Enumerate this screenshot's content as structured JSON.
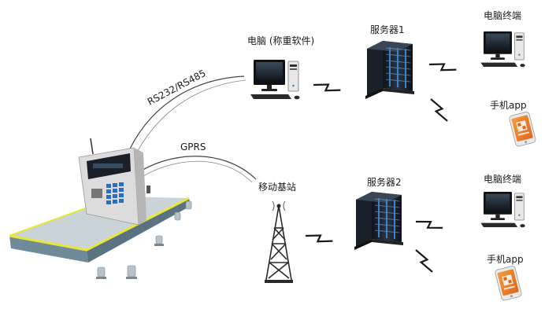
{
  "labels": {
    "pc_software": "电脑 (称重软件)",
    "server1": "服务器1",
    "pc_terminal_top": "电脑终端",
    "mobile_app_top": "手机app",
    "rs_link": "RS232/RS485",
    "gprs_link": "GPRS",
    "base_station": "移动基站",
    "server2": "服务器2",
    "pc_terminal_bottom": "电脑终端",
    "mobile_app_bottom": "手机app"
  },
  "colors": {
    "platform_edge": "#e8e63a",
    "platform_top": "#c9d3d8",
    "platform_side": "#6f8a99",
    "indicator_body": "#dcdcdc",
    "indicator_display": "#1b1f2a",
    "keypad_blue": "#2b6cc4",
    "server_dark": "#1d2430",
    "server_blue": "#3c82c8",
    "phone_orange": "#f07d1e",
    "tower": "#2a2a2a",
    "signal": "#1a1a1a"
  },
  "icons": {
    "weighbridge": "truck-scale-icon",
    "indicator": "weighing-indicator-icon",
    "pc": "desktop-computer-icon",
    "server": "server-rack-icon",
    "phone": "smartphone-icon",
    "tower": "cell-tower-icon",
    "wireless": "lightning-signal-icon"
  }
}
